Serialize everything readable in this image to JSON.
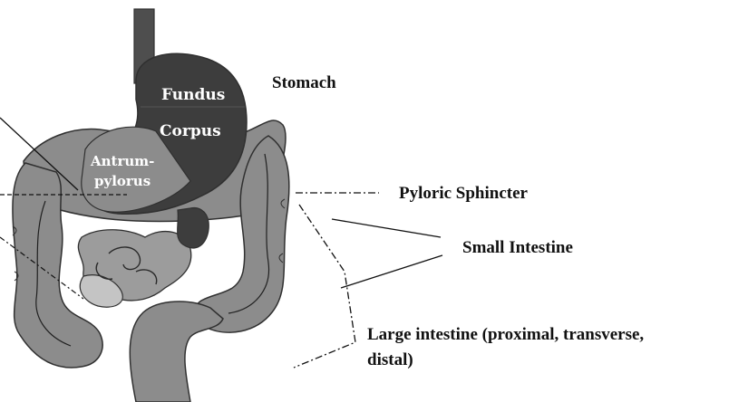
{
  "diagram": {
    "regions": {
      "fundus": "Fundus",
      "corpus": "Corpus",
      "antrum_line1": "Antrum-",
      "antrum_line2": "pylorus"
    },
    "callouts": {
      "stomach": "Stomach",
      "pyloric_sphincter": "Pyloric Sphincter",
      "small_intestine": "Small Intestine",
      "large_intestine_line1": "Large intestine (proximal, transverse,",
      "large_intestine_line2": "distal)"
    }
  },
  "colors": {
    "stomach_dark": "#3d3d3d",
    "stomach_mid": "#4e4e4e",
    "colon": "#8c8c8c",
    "small_intestine": "#9c9c9c",
    "small_intestine_light": "#c4c4c4",
    "outline": "#303030"
  }
}
